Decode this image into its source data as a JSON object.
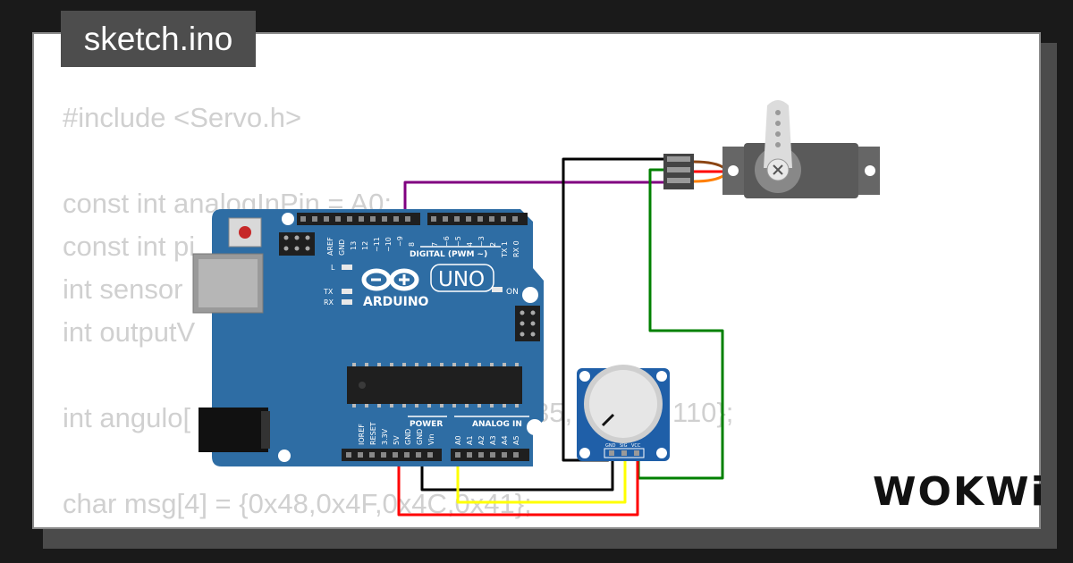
{
  "file_tab": {
    "label": "sketch.ino"
  },
  "code_lines": [
    "#include <Servo.h>",
    "",
    "const int analogInPin = A0;",
    "const int pi",
    "int sensor",
    "int outputV",
    "",
    "int angulo[",
    "",
    "char msg[4] = {0x48,0x4F,0x4C,0x41};"
  ],
  "code_fragments": {
    "angulo_tail_1": "35,",
    "angulo_tail_2": "110};"
  },
  "brand": {
    "logo_text": "WOKWi"
  },
  "board": {
    "name": "UNO",
    "brand": "ARDUINO",
    "digital_label": "DIGITAL (PWM ~)",
    "power_label": "POWER",
    "analog_label": "ANALOG IN",
    "led_l": "L",
    "led_tx": "TX",
    "led_rx": "RX",
    "led_on": "ON",
    "digital_pins": [
      "AREF",
      "GND",
      "13",
      "12",
      "~11",
      "~10",
      "~9",
      "8",
      "7",
      "~6",
      "~5",
      "4",
      "~3",
      "2",
      "TX 1",
      "RX 0"
    ],
    "power_pins": [
      "IOREF",
      "RESET",
      "3.3V",
      "5V",
      "GND",
      "GND",
      "Vin"
    ],
    "analog_pins": [
      "A0",
      "A1",
      "A2",
      "A3",
      "A4",
      "A5"
    ]
  },
  "potentiometer": {
    "pins": [
      "GND",
      "SIG",
      "VCC"
    ]
  },
  "colors": {
    "board": "#2e6da4",
    "wire_purple": "#800080",
    "wire_black": "#000000",
    "wire_green": "#008000",
    "wire_red": "#ff0000",
    "wire_yellow": "#ffff00",
    "servo_orange": "#ff7f00",
    "code_text": "#d0d0d0"
  }
}
